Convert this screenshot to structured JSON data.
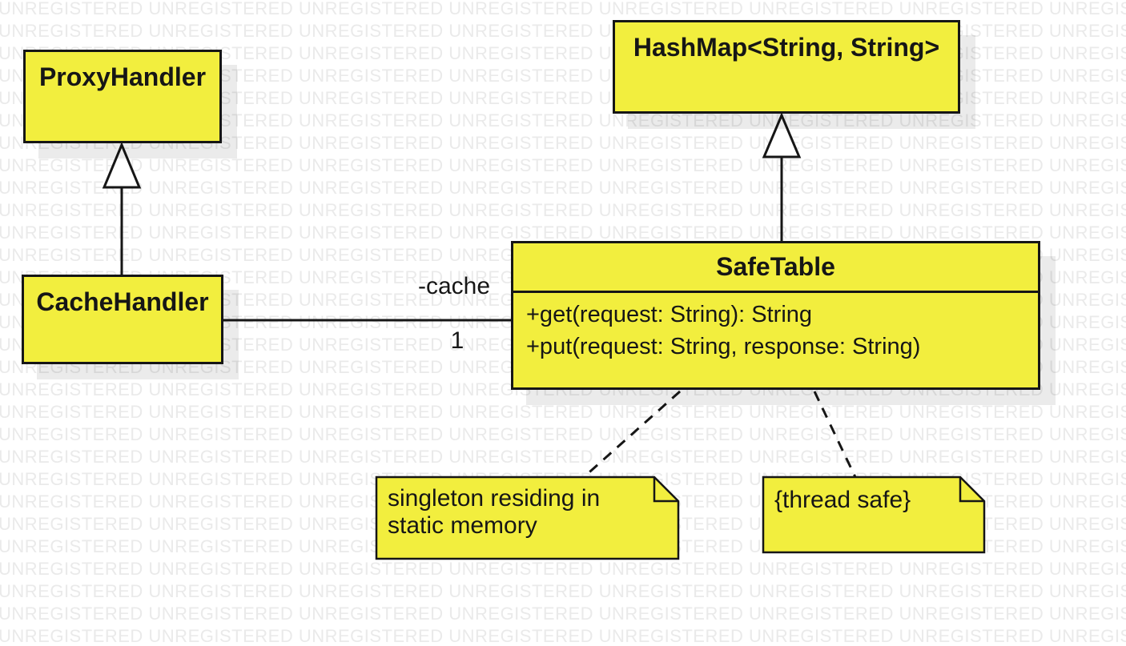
{
  "watermark": {
    "text": "UNREGISTERED"
  },
  "diagram": {
    "classes": {
      "proxy_handler": {
        "name": "ProxyHandler"
      },
      "cache_handler": {
        "name": "CacheHandler"
      },
      "hashmap": {
        "name": "HashMap<String, String>"
      },
      "safe_table": {
        "name": "SafeTable",
        "methods": [
          "+get(request: String): String",
          "+put(request: String, response: String)"
        ]
      }
    },
    "association": {
      "role_label": "-cache",
      "multiplicity": "1"
    },
    "notes": {
      "singleton": {
        "text": "singleton residing in static memory"
      },
      "thread_safe": {
        "text": "{thread safe}"
      }
    },
    "colors": {
      "node_fill": "#f2ee3e",
      "node_border": "#161616",
      "watermark_text": "#eaeaea",
      "background": "#ffffff"
    }
  }
}
